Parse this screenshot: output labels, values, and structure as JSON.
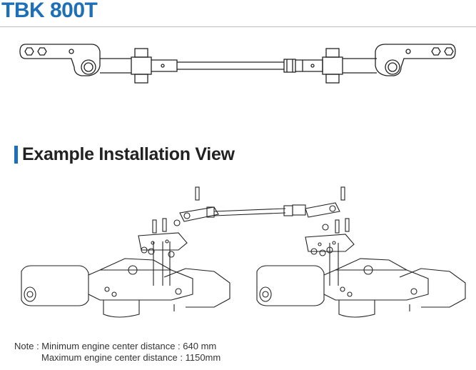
{
  "header": {
    "title": "TBK 800T"
  },
  "section": {
    "heading": "Example Installation View"
  },
  "note": {
    "line1": "Note : Minimum engine center distance : 640 mm",
    "line2": "Maximum engine center distance : 1150mm"
  }
}
